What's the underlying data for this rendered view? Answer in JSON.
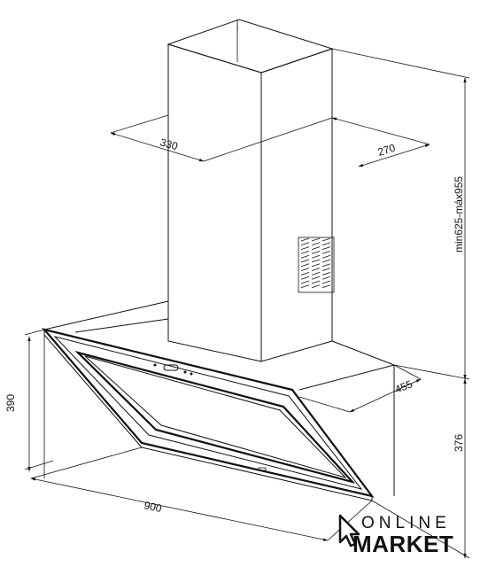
{
  "dimensions": {
    "chimney_depth": "330",
    "chimney_width": "270",
    "height_range": "min625-máx955",
    "hood_height": "390",
    "hood_depth": "455",
    "hood_width": "900",
    "body_height": "376"
  },
  "logo": {
    "line1": "ONLINE",
    "line2": "MARKET"
  }
}
